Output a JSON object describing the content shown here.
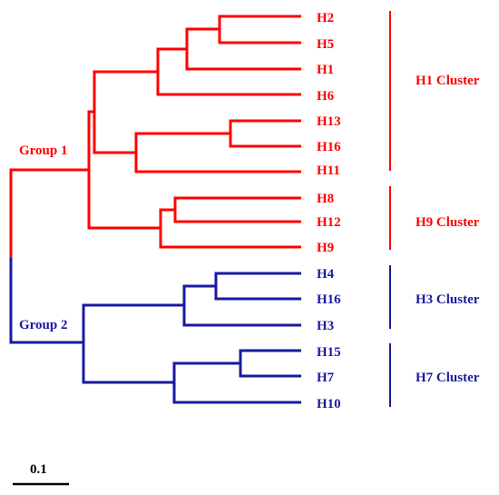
{
  "colors": {
    "group1": "#ff0000",
    "group2": "#1a1aa0",
    "scale": "#000000"
  },
  "groups": [
    {
      "id": "g1",
      "label": "Group 1"
    },
    {
      "id": "g2",
      "label": "Group 2"
    }
  ],
  "leaves": [
    {
      "label": "H2",
      "group": "g1"
    },
    {
      "label": "H5",
      "group": "g1"
    },
    {
      "label": "H1",
      "group": "g1"
    },
    {
      "label": "H6",
      "group": "g1"
    },
    {
      "label": "H13",
      "group": "g1"
    },
    {
      "label": "H16",
      "group": "g1"
    },
    {
      "label": "H11",
      "group": "g1"
    },
    {
      "label": "H8",
      "group": "g1"
    },
    {
      "label": "H12",
      "group": "g1"
    },
    {
      "label": "H9",
      "group": "g1"
    },
    {
      "label": "H4",
      "group": "g2"
    },
    {
      "label": "H16",
      "group": "g2"
    },
    {
      "label": "H3",
      "group": "g2"
    },
    {
      "label": "H15",
      "group": "g2"
    },
    {
      "label": "H7",
      "group": "g2"
    },
    {
      "label": "H10",
      "group": "g2"
    }
  ],
  "clusters": [
    {
      "label": "H1 Cluster",
      "group": "g1"
    },
    {
      "label": "H9 Cluster",
      "group": "g1"
    },
    {
      "label": "H3 Cluster",
      "group": "g2"
    },
    {
      "label": "H7 Cluster",
      "group": "g2"
    }
  ],
  "scale_bar": {
    "label": "0.1"
  }
}
